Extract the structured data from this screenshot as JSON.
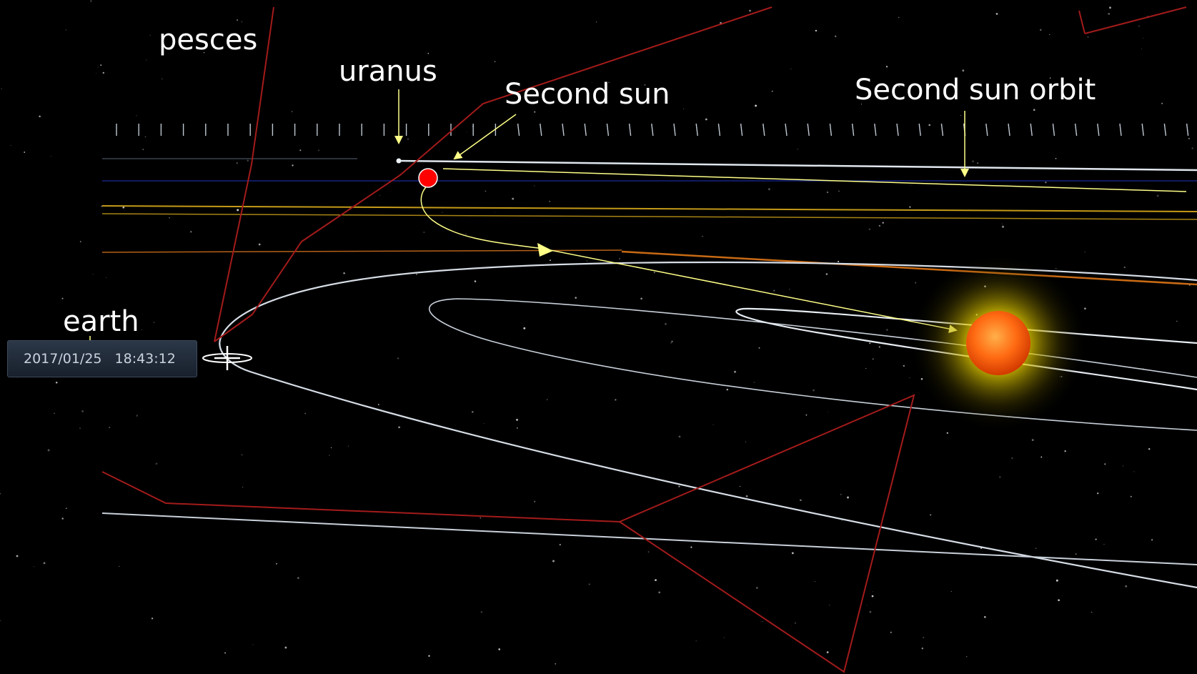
{
  "annotations": {
    "pesces": "pesces",
    "uranus": "uranus",
    "second_sun": "Second sun",
    "second_sun_orbit": "Second sun orbit",
    "earth": "earth"
  },
  "time_display": {
    "date": "2017/01/25",
    "time": "18:43:12"
  },
  "colors": {
    "background": "#000000",
    "constellation_lines": "#a31b1b",
    "annotation_arrows": "#ffff88",
    "orbit_lines": "#dfe6ee",
    "second_sun_marker": "#ff0000",
    "sun": "#ff6a1a"
  },
  "icons": {
    "earth_marker": "crosshair-icon",
    "sun": "sun-icon",
    "second_sun": "red-dot-marker"
  }
}
